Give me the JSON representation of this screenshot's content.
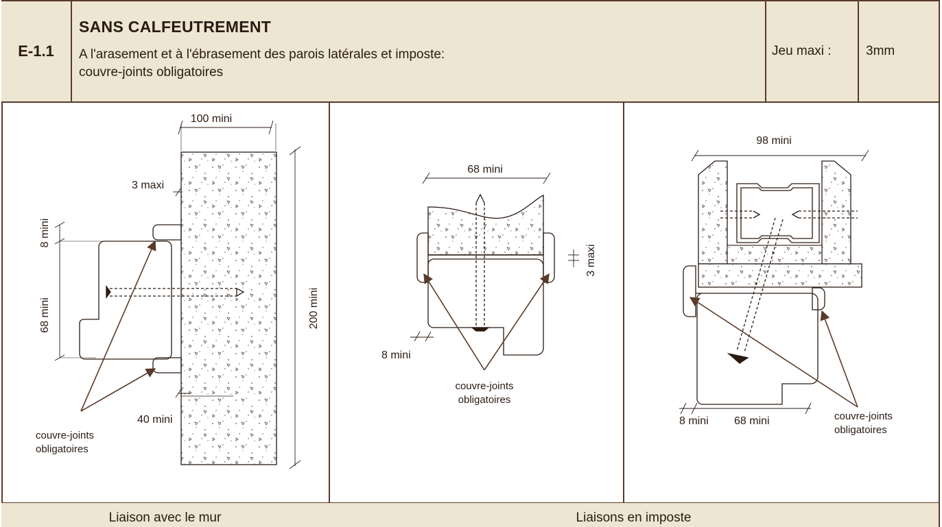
{
  "header": {
    "code": "E-1.1",
    "title": "SANS CALFEUTREMENT",
    "description_line1": "A l'arasement et à l'ébrasement des parois latérales et imposte:",
    "description_line2": "couvre-joints obligatoires",
    "clearance_label": "Jeu maxi :",
    "clearance_value": "3mm"
  },
  "panel_wall": {
    "dim_width": "100 mini",
    "dim_gap": "3 maxi",
    "dim_top": "8 mini",
    "dim_mid": "68 mini",
    "dim_height": "200 mini",
    "dim_depth": "40 mini",
    "callout_line1": "couvre-joints",
    "callout_line2": "obligatoires"
  },
  "panel_imposte_1": {
    "dim_width": "68 mini",
    "dim_gap": "3 maxi",
    "dim_edge": "8 mini",
    "callout_line1": "couvre-joints",
    "callout_line2": "obligatoires"
  },
  "panel_imposte_2": {
    "dim_width": "98 mini",
    "dim_edge": "8 mini",
    "dim_mid": "68 mini",
    "callout_line1": "couvre-joints",
    "callout_line2": "obligatoires"
  },
  "footer": {
    "left_caption": "Liaison avec le mur",
    "right_caption": "Liaisons en imposte"
  },
  "colors": {
    "border": "#5a3a2a",
    "header_bg": "#ede6d2",
    "ink": "#2a1a12"
  }
}
